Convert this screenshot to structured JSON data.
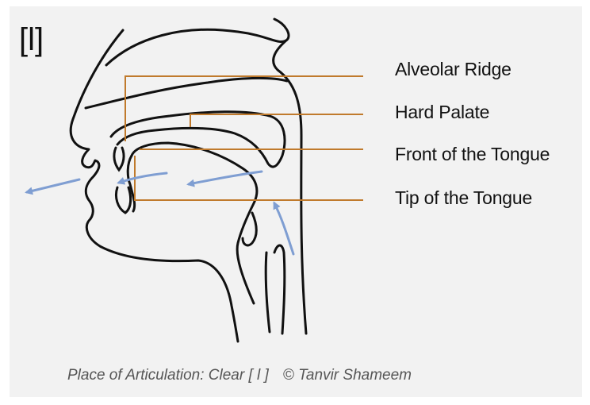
{
  "symbol": "[l]",
  "labels": {
    "alveolar_ridge": "Alveolar Ridge",
    "hard_palate": "Hard Palate",
    "front_of_tongue": "Front of the Tongue",
    "tip_of_tongue": "Tip of the Tongue"
  },
  "caption": {
    "text": "Place of Articulation: Clear [ l ]",
    "credit": "© Tanvir Shameem"
  },
  "colors": {
    "background": "#f2f2f2",
    "outline": "#111111",
    "leader_line": "#c07a2c",
    "airflow_arrow": "#7f9ed2",
    "caption_text": "#555555"
  },
  "icons": [
    "airflow-arrow-icon"
  ]
}
